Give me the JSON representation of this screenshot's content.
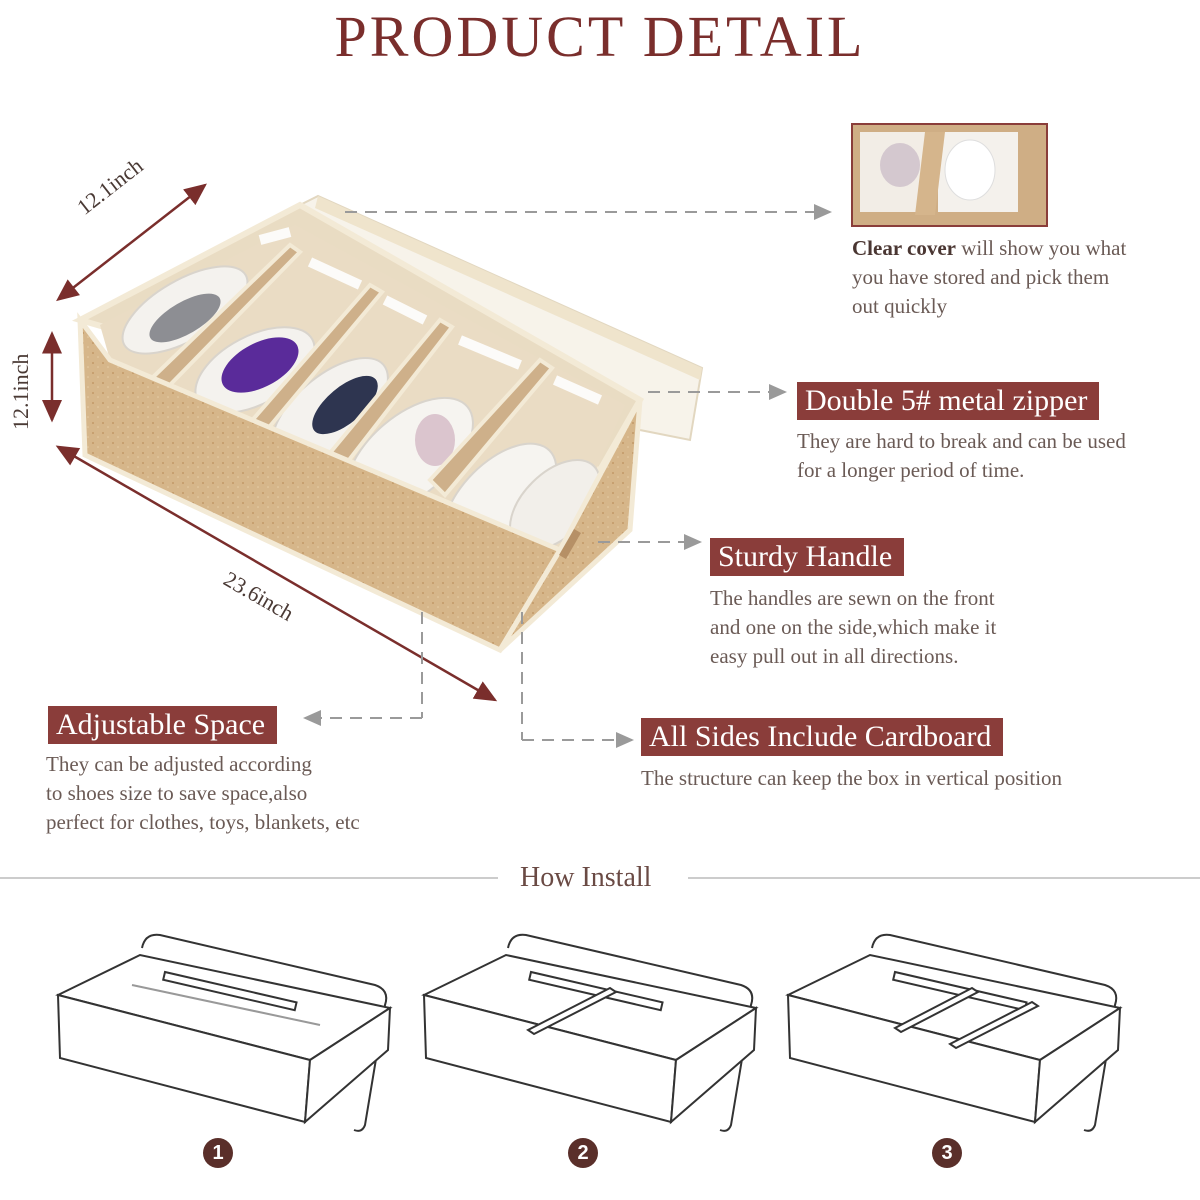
{
  "title": "PRODUCT DETAIL",
  "dimensions": {
    "width": "12.1inch",
    "height": "12.1inch",
    "length": "23.6inch"
  },
  "features": {
    "clear_cover": {
      "bold": "Clear cover",
      "line1_rest": " will show you what",
      "line2": "you have stored and pick them",
      "line3": "out quickly"
    },
    "zipper": {
      "title": "Double 5# metal zipper",
      "line1": "They are hard to break and can be used",
      "line2": "for a longer period of time."
    },
    "handle": {
      "title": "Sturdy Handle",
      "line1": "The handles are sewn on the front",
      "line2": "and one on the side,which make it",
      "line3": "easy pull out in all directions."
    },
    "adjustable": {
      "title": "Adjustable Space",
      "line1": "They can be adjusted according",
      "line2": "to shoes size to save space,also",
      "line3": "perfect for clothes, toys, blankets, etc"
    },
    "cardboard": {
      "title": "All Sides Include Cardboard",
      "line1": "The structure can keep the box in vertical position"
    }
  },
  "install": {
    "title": "How Install",
    "steps": [
      "1",
      "2",
      "3"
    ]
  },
  "colors": {
    "accent": "#8a3d3a",
    "title": "#7a2e2c",
    "box_fabric": "#d8b98e",
    "box_trim": "#f3ead6"
  }
}
